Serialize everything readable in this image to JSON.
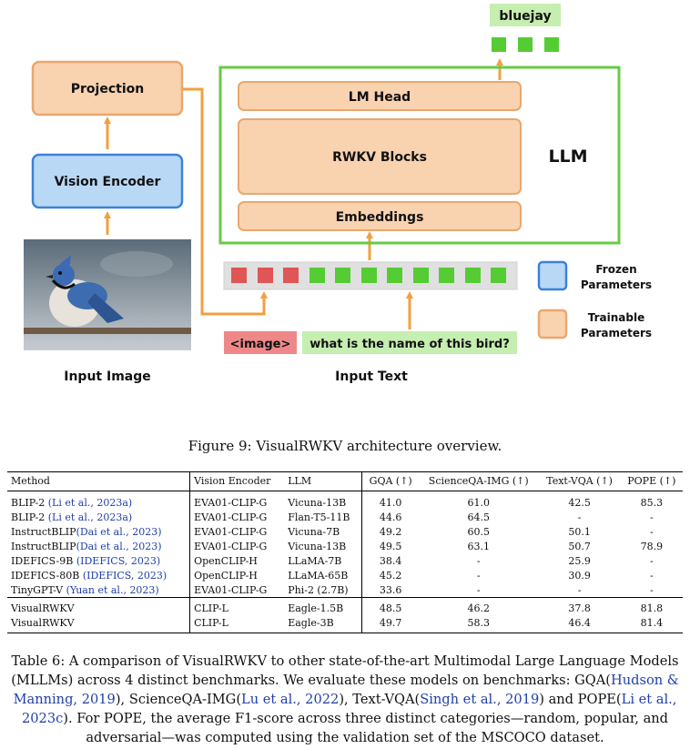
{
  "figure": {
    "projection_label": "Projection",
    "vision_encoder_label": "Vision Encoder",
    "lm_head_label": "LM Head",
    "rwkv_blocks_label": "RWKV Blocks",
    "embeddings_label": "Embeddings",
    "llm_label": "LLM",
    "output_label": "bluejay",
    "image_token_label": "<image>",
    "text_prompt_label": "what is the name of this bird?",
    "input_image_label": "Input Image",
    "input_text_label": "Input Text",
    "legend": {
      "frozen_line1": "Frozen",
      "frozen_line2": "Parameters",
      "trainable_line1": "Trainable",
      "trainable_line2": "Parameters"
    },
    "colors": {
      "frozen_fill": "#b9d8f5",
      "frozen_border": "#3a82d8",
      "trainable_fill": "#f9d2b0",
      "trainable_border": "#e8a86e",
      "llm_border": "#66cc44",
      "token_green": "#55cc33",
      "token_red": "#e05555",
      "arrow": "#f0a040",
      "output_label_fill": "#c6eeb0",
      "text_prompt_fill": "#c6eeb0",
      "image_token_fill": "#ee8888"
    }
  },
  "figure_caption": "Figure 9: VisualRWKV architecture overview.",
  "table": {
    "headers": [
      "Method",
      "Vision Encoder",
      "LLM",
      "GQA (↑)",
      "ScienceQA-IMG (↑)",
      "Text-VQA (↑)",
      "POPE (↑)"
    ],
    "rows": [
      {
        "method": "BLIP-2 ",
        "cite": "(Li et al., 2023a)",
        "encoder": "EVA01-CLIP-G",
        "llm": "Vicuna-13B",
        "gqa": "41.0",
        "sqa": "61.0",
        "tvqa": "42.5",
        "pope": "85.3"
      },
      {
        "method": "BLIP-2 ",
        "cite": "(Li et al., 2023a)",
        "encoder": "EVA01-CLIP-G",
        "llm": "Flan-T5-11B",
        "gqa": "44.6",
        "sqa": "64.5",
        "tvqa": "-",
        "pope": "-"
      },
      {
        "method": "InstructBLIP",
        "cite": "(Dai et al., 2023)",
        "encoder": "EVA01-CLIP-G",
        "llm": "Vicuna-7B",
        "gqa": "49.2",
        "sqa": "60.5",
        "tvqa": "50.1",
        "pope": "-"
      },
      {
        "method": "InstructBLIP",
        "cite": "(Dai et al., 2023)",
        "encoder": "EVA01-CLIP-G",
        "llm": "Vicuna-13B",
        "gqa": "49.5",
        "sqa": "63.1",
        "tvqa": "50.7",
        "pope": "78.9"
      },
      {
        "method": "IDEFICS-9B ",
        "cite": "(IDEFICS, 2023)",
        "encoder": "OpenCLIP-H",
        "llm": "LLaMA-7B",
        "gqa": "38.4",
        "sqa": "-",
        "tvqa": "25.9",
        "pope": "-"
      },
      {
        "method": "IDEFICS-80B ",
        "cite": "(IDEFICS, 2023)",
        "encoder": "OpenCLIP-H",
        "llm": "LLaMA-65B",
        "gqa": "45.2",
        "sqa": "-",
        "tvqa": "30.9",
        "pope": "-"
      },
      {
        "method": "TinyGPT-V ",
        "cite": "(Yuan et al., 2023)",
        "encoder": "EVA01-CLIP-G",
        "llm": "Phi-2 (2.7B)",
        "gqa": "33.6",
        "sqa": "-",
        "tvqa": "-",
        "pope": "-"
      },
      {
        "method": "VisualRWKV",
        "cite": "",
        "encoder": "CLIP-L",
        "llm": "Eagle-1.5B",
        "gqa": "48.5",
        "sqa": "46.2",
        "tvqa": "37.8",
        "pope": "81.8"
      },
      {
        "method": "VisualRWKV",
        "cite": "",
        "encoder": "CLIP-L",
        "llm": "Eagle-3B",
        "gqa": "49.7",
        "sqa": "58.3",
        "tvqa": "46.4",
        "pope": "81.4"
      }
    ]
  },
  "table_caption": {
    "p1": "Table 6: A comparison of VisualRWKV to other state-of-the-art Multimodal Large Language Models (MLLMs) across 4 distinct benchmarks. We evaluate these models on benchmarks: GQA(",
    "c1": "Hudson & Manning, 2019",
    "p2": "), ScienceQA-IMG(",
    "c2": "Lu et al., 2022",
    "p3": "), Text-VQA(",
    "c3": "Singh et al., 2019",
    "p4": ") and POPE(",
    "c4": "Li et al., 2023c",
    "p5": "). For POPE, the average F1-score across three distinct categories—random, popular, and adversarial—was computed using the validation set of the MSCOCO dataset."
  }
}
